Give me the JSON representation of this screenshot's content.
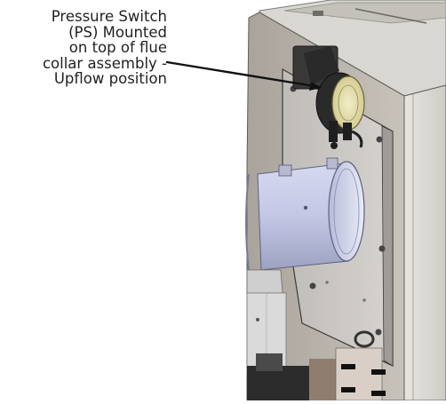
{
  "callout": {
    "lines": [
      "Pressure Switch",
      "(PS) Mounted",
      "on top of flue",
      "collar assembly -",
      "Upflow position"
    ]
  },
  "colors": {
    "text": "#231f20",
    "leader": "#111111",
    "cabinet_side": "#b9b3ab",
    "cabinet_front": "#dcd9d3",
    "panel": "#c9c6c2",
    "collar": "#c9cde8",
    "switch_face": "#e6dfb0",
    "switch_body": "#2a2a2a"
  }
}
